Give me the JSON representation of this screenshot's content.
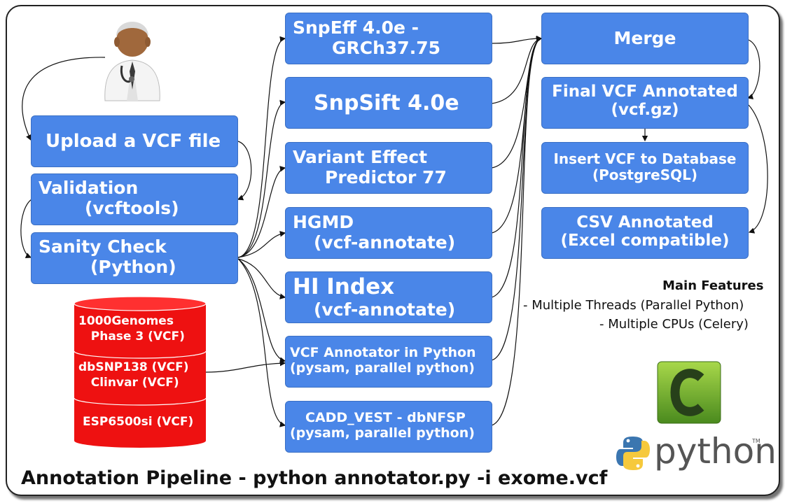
{
  "title": "Annotation Pipeline - python annotator.py -i exome.vcf",
  "colors": {
    "box": "#4a86e8",
    "database": "#ee1111",
    "edge": "#111111"
  },
  "user_icon": "doctor-icon",
  "steps": {
    "upload": [
      "Upload a VCF file"
    ],
    "validation": [
      "Validation",
      "(vcftools)"
    ],
    "sanity": [
      "Sanity Check",
      "(Python)"
    ]
  },
  "annotators": {
    "snpeff": [
      "SnpEff 4.0e -",
      "GRCh37.75"
    ],
    "snpsift": [
      "SnpSift 4.0e"
    ],
    "vep": [
      "Variant Effect",
      "Predictor 77"
    ],
    "hgmd": [
      "HGMD",
      "(vcf-annotate)"
    ],
    "hiindex": [
      "HI Index",
      "(vcf-annotate)"
    ],
    "vcfannotator": [
      "VCF Annotator in Python",
      "(pysam, parallel python)"
    ],
    "cadd": [
      "CADD_VEST - dbNFSP",
      "(pysam, parallel python)"
    ]
  },
  "outputs": {
    "merge": [
      "Merge"
    ],
    "final": [
      "Final VCF Annotated",
      "(vcf.gz)"
    ],
    "insert": [
      "Insert VCF to Database",
      "(PostgreSQL)"
    ],
    "csv": [
      "CSV Annotated",
      "(Excel compatible)"
    ]
  },
  "databases": {
    "genomes": "1000Genomes\n   Phase 3 (VCF)",
    "dbsnp": "dbSNP138 (VCF)\n   Clinvar (VCF)",
    "esp": "ESP6500si (VCF)"
  },
  "features": {
    "heading": "Main Features",
    "items": [
      "- Multiple Threads (Parallel Python)",
      "- Multiple CPUs (Celery)"
    ]
  },
  "logos": {
    "celery": "celery-logo",
    "python_word": "python",
    "python_tm": "TM"
  }
}
